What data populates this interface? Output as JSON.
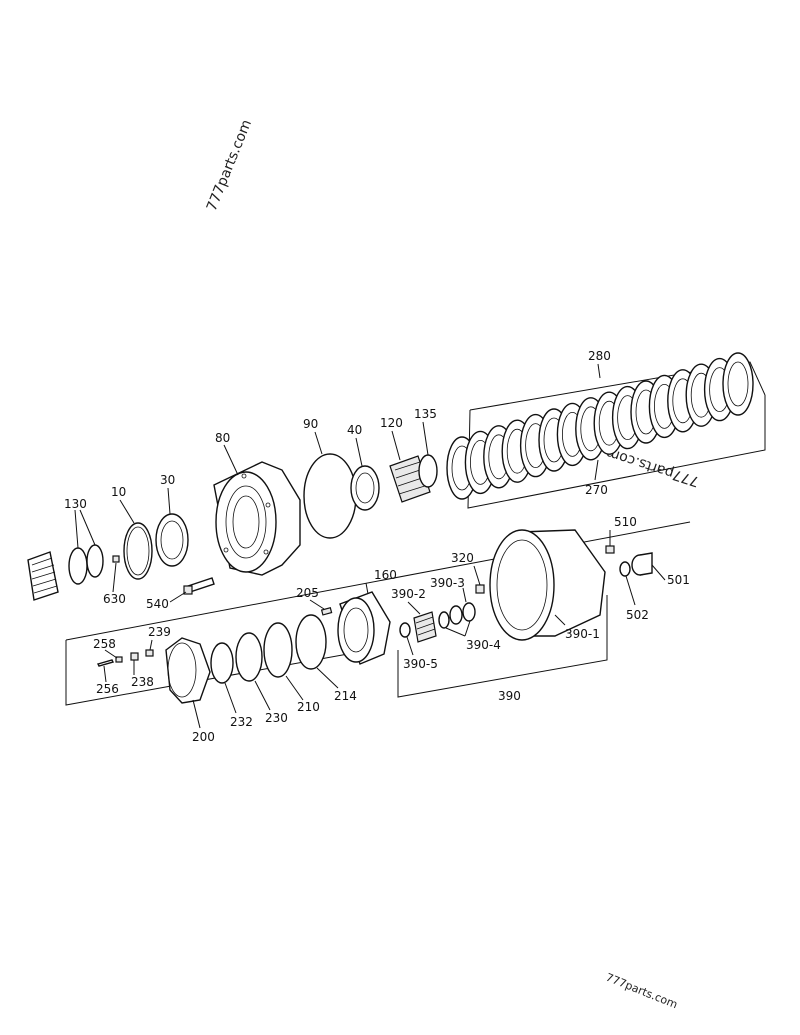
{
  "watermarks": [
    "777parts.com",
    "777parts.com",
    "777parts.com"
  ],
  "callouts": {
    "c280": "280",
    "c270": "270",
    "c135": "135",
    "c120": "120",
    "c40": "40",
    "c90": "90",
    "c80": "80",
    "c30": "30",
    "c10": "10",
    "c130": "130",
    "c630": "630",
    "c540": "540",
    "c510": "510",
    "c320": "320",
    "c501": "501",
    "c502": "502",
    "c390_3": "390-3",
    "c390_2": "390-2",
    "c390_4": "390-4",
    "c390_5": "390-5",
    "c390_1": "390-1",
    "c390": "390",
    "c160": "160",
    "c205": "205",
    "c239": "239",
    "c258": "258",
    "c238": "238",
    "c256": "256",
    "c200": "200",
    "c232": "232",
    "c230": "230",
    "c210": "210",
    "c214": "214"
  }
}
